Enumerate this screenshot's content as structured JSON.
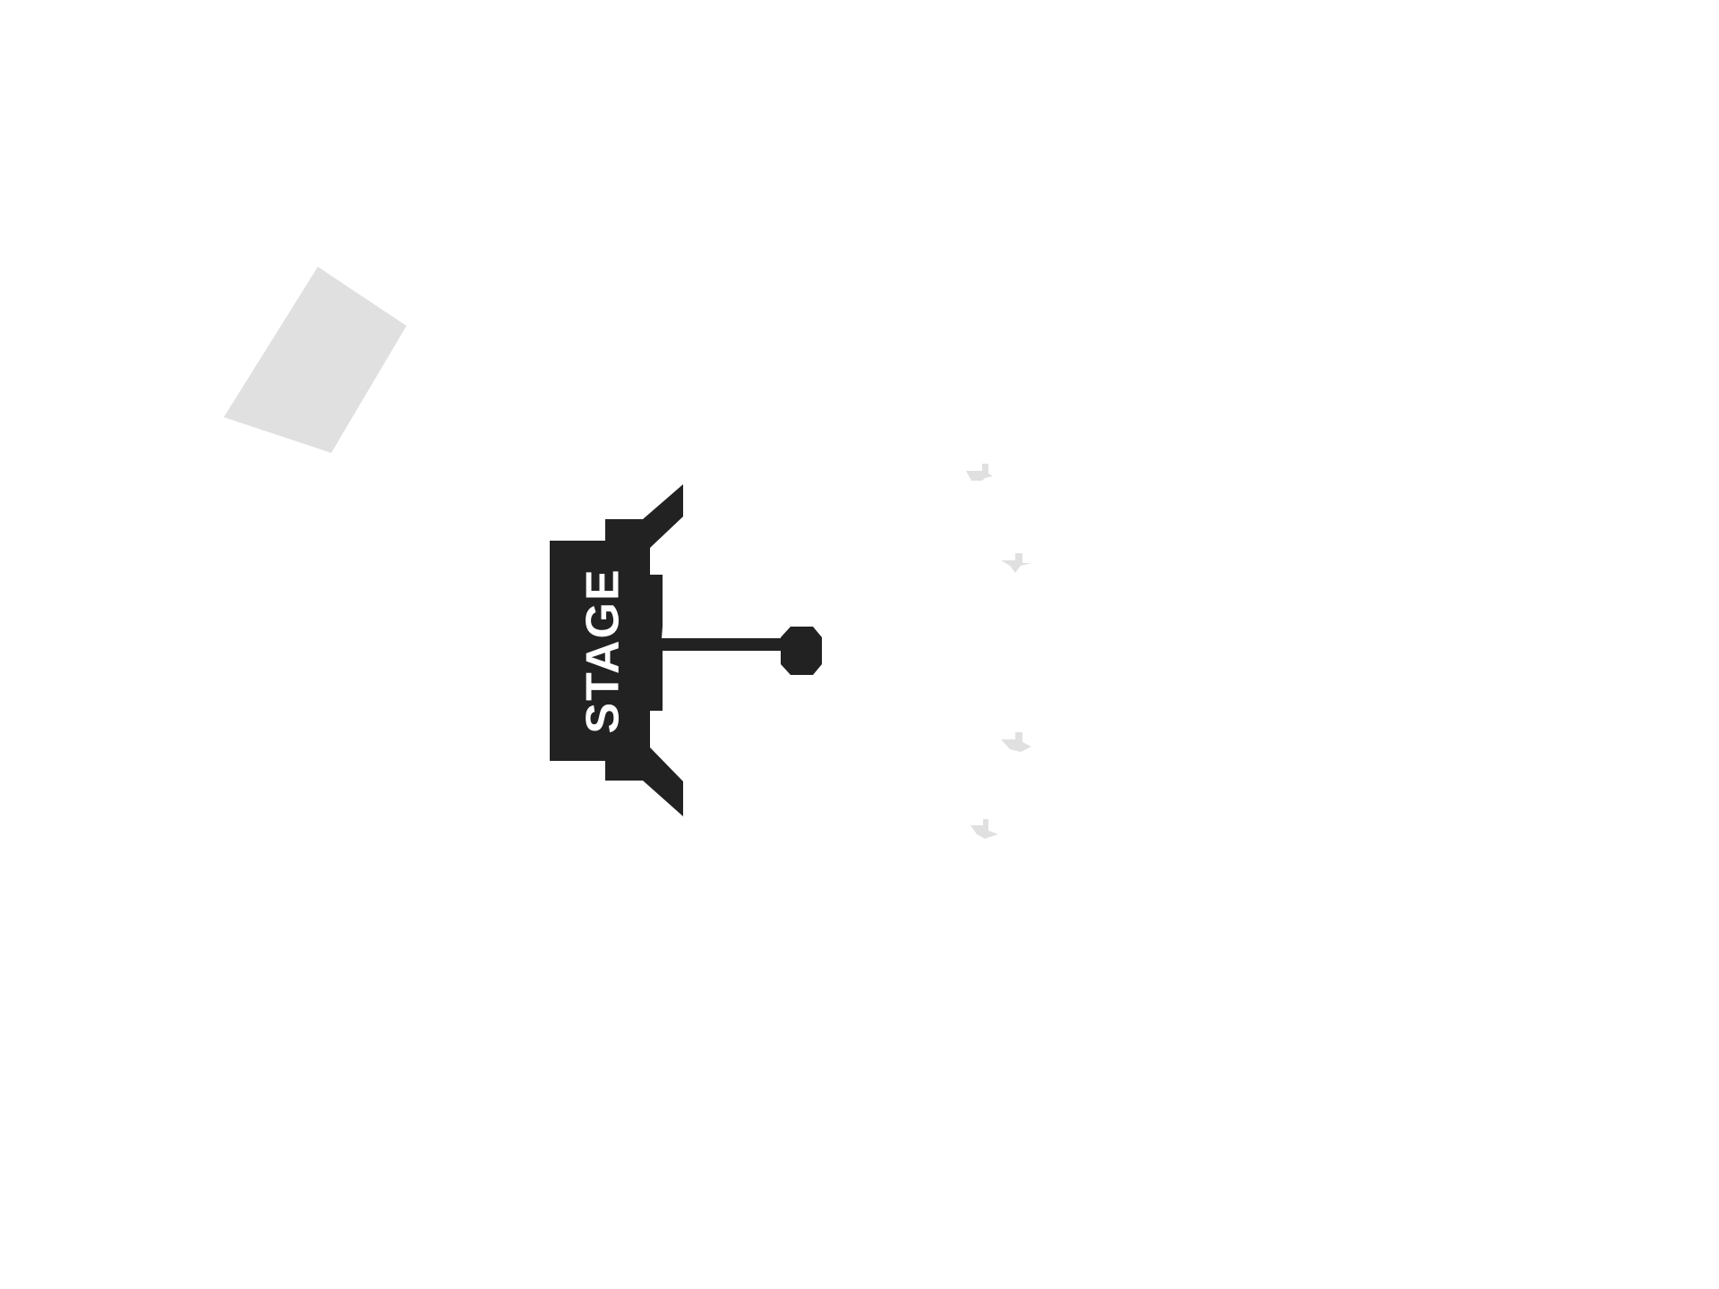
{
  "map": {
    "background_color": "#ffffff",
    "stage": {
      "label": "STAGE",
      "fill_color": "#222222",
      "text_color": "#ffffff"
    },
    "sections": [
      {
        "id": "section-upper-left",
        "color": "#e0e0e0"
      }
    ],
    "seat_markers": [
      {
        "id": "seat-marker-1",
        "color": "#e0e0e0"
      },
      {
        "id": "seat-marker-2",
        "color": "#e0e0e0"
      },
      {
        "id": "seat-marker-3",
        "color": "#e0e0e0"
      },
      {
        "id": "seat-marker-4",
        "color": "#e0e0e0"
      }
    ]
  }
}
